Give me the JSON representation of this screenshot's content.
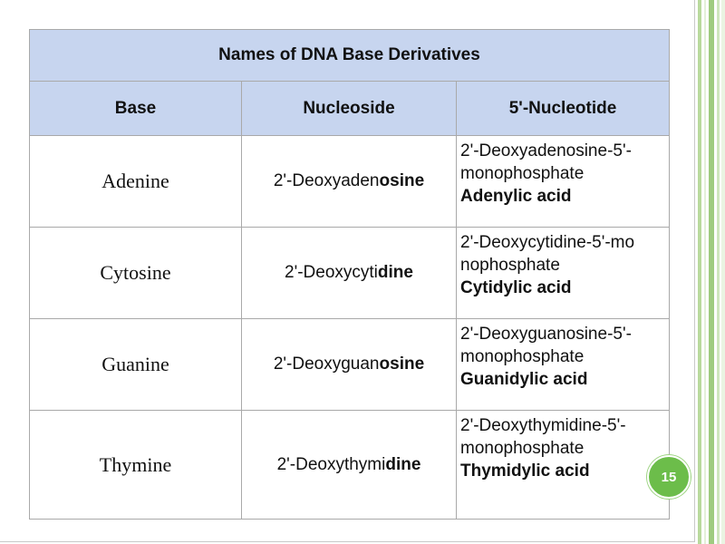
{
  "table": {
    "title": "Names of DNA Base Derivatives",
    "headers": {
      "base": "Base",
      "nucleoside": "Nucleoside",
      "nucleotide": "5'-Nucleotide"
    },
    "rows": [
      {
        "base": "Adenine",
        "nucleoside_prefix": "2'-Deoxyaden",
        "nucleoside_suffix": "osine",
        "nucleotide_line1": "2'-Deoxyadenosine-5'-",
        "nucleotide_line2": "monophosphate",
        "acid": "Adenylic acid"
      },
      {
        "base": "Cytosine",
        "nucleoside_prefix": "2'-Deoxycyti",
        "nucleoside_suffix": "dine",
        "nucleotide_line1": "2'-Deoxycytidine-5'-mo",
        "nucleotide_line2": "nophosphate",
        "acid": "Cytidylic acid"
      },
      {
        "base": "Guanine",
        "nucleoside_prefix": "2'-Deoxyguan",
        "nucleoside_suffix": "osine",
        "nucleotide_line1": "2'-Deoxyguanosine-5'-",
        "nucleotide_line2": "monophosphate",
        "acid": "Guanidylic acid"
      },
      {
        "base": "Thymine",
        "nucleoside_prefix": "2'-Deoxythymi",
        "nucleoside_suffix": "dine",
        "nucleotide_line1": "2'-Deoxythymidine-5'-",
        "nucleotide_line2": "monophosphate",
        "acid": "Thymidylic acid"
      }
    ]
  },
  "page_number": "15",
  "colors": {
    "header_fill": "#c7d5ef",
    "badge": "#6cbd4a",
    "accent_stripes": "#9fcb7f"
  }
}
